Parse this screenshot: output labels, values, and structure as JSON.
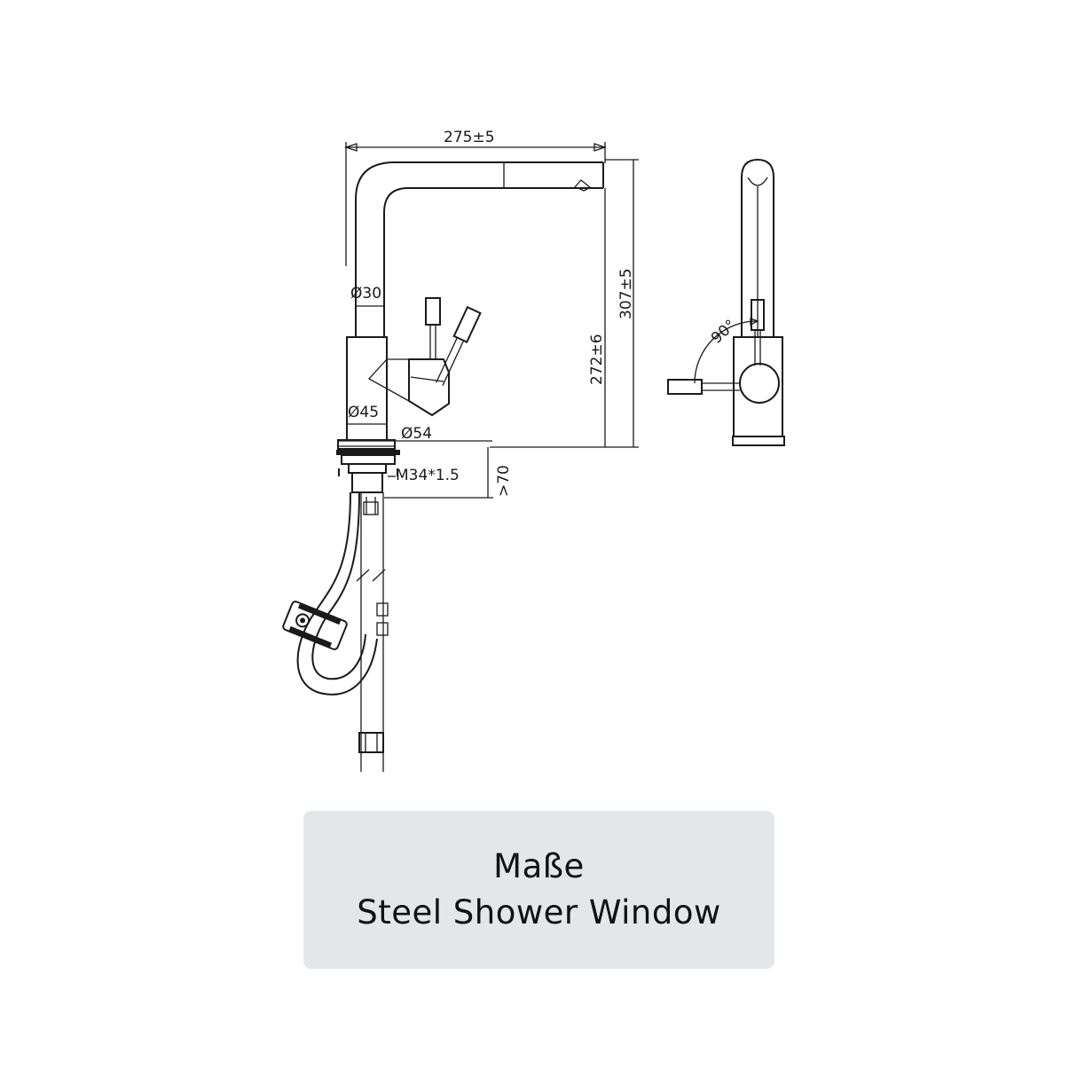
{
  "dimensions": {
    "reach": "275±5",
    "total_height": "307±5",
    "spout_height": "272±6",
    "spout_diameter": "Ø30",
    "body_diameter": "Ø45",
    "base_diameter": "Ø54",
    "thread": "M34*1.5",
    "min_depth": ">70",
    "handle_angle": "90°"
  },
  "caption": {
    "line1": "Maße",
    "line2": "Steel Shower Window"
  }
}
